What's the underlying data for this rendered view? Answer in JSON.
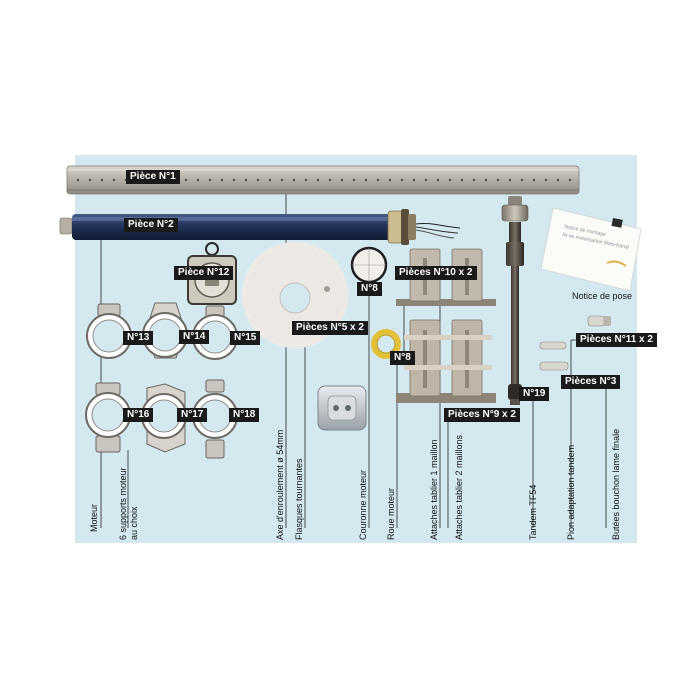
{
  "tags": {
    "piece1": "Pièce N°1",
    "piece2": "Pièce N°2",
    "piece12": "Pièce N°12",
    "n8a": "N°8",
    "n8b": "N°8",
    "pieces10": "Pièces N°10 x 2",
    "pieces5": "Pièces N°5 x 2",
    "n13": "N°13",
    "n14": "N°14",
    "n15": "N°15",
    "n16": "N°16",
    "n17": "N°17",
    "n18": "N°18",
    "n19": "N°19",
    "pieces9": "Pièces N°9 x 2",
    "pieces11": "Pièces N°11 x 2",
    "pieces3": "Pièces N°3"
  },
  "notice_label": "Notice de pose",
  "notice_card": {
    "line1": "Notice de montage",
    "line2": "kit de motorisation Moto-Kanal"
  },
  "vertical_labels": {
    "moteur": "Moteur",
    "supports_1": "6 supports moteur",
    "supports_2": "au choix",
    "axe": "Axe d'enroulement ø 54mm",
    "flasques": "Flasques tournantes",
    "couronne": "Couronne moteur",
    "roue": "Roue moteur",
    "attache1": "Attaches tablier 1 maillon",
    "attache2": "Attaches tablier 2 maillons",
    "tandem": "Tandem TF54",
    "pion": "Pion adaptation tandem",
    "butees": "Butées bouchon lame finale"
  },
  "colors": {
    "panel_background": "#d4e8ef",
    "tag_background": "#1a1a1a",
    "tag_text": "#ffffff",
    "motor_tube": "#22325a",
    "rail": "#b0aca3"
  }
}
